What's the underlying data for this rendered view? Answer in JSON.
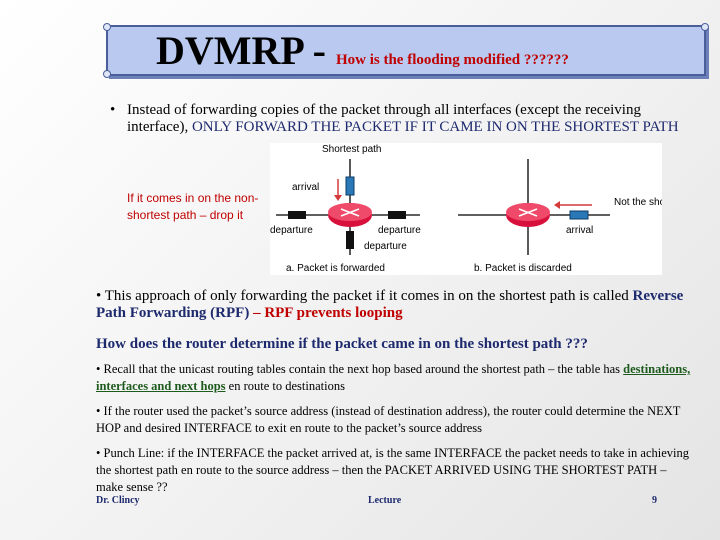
{
  "title": {
    "main": "DVMRP - ",
    "sub": "How is the flooding modified ??????"
  },
  "bullet1": {
    "marker": "•",
    "text_a": "Instead of forwarding copies of the packet through all interfaces (except the receiving interface), ",
    "text_b": "ONLY FORWARD THE PACKET IF IT CAME IN ON THE SHORTEST PATH"
  },
  "side_note": "If it comes in on the non-shortest path – drop it",
  "diagram": {
    "left": {
      "shortest_path_label": "Shortest path",
      "arrival": "arrival",
      "departure_left": "departure",
      "departure_right": "departure",
      "departure_bottom": "departure",
      "caption": "a. Packet is forwarded"
    },
    "right": {
      "not_shortest_label": "Not the shortest path",
      "arrival": "arrival",
      "caption": "b. Packet is discarded"
    },
    "colors": {
      "router": "#d8103c",
      "packet": "#2a78b8",
      "arrow_red": "#d43a3a"
    }
  },
  "bullet2": {
    "marker": "•",
    "text_a": "This approach of only forwarding the packet if it comes in on the shortest path is called ",
    "text_b": "Reverse Path Forwarding (RPF)",
    "text_c": " – RPF prevents looping"
  },
  "question": "How does the router determine if the packet came in on the shortest path ???",
  "bullet3": {
    "marker": "•",
    "text_a": "Recall that the unicast routing tables contain the next hop based around the shortest path – the table has ",
    "text_b": "destinations, interfaces and next hops",
    "text_c": " en route to destinations"
  },
  "bullet4": {
    "marker": "•",
    "text": "If the router used the packet’s source address (instead of destination address), the router could determine the NEXT HOP and desired INTERFACE to exit en route to the packet’s source address"
  },
  "bullet5": {
    "marker": "•",
    "text": "Punch Line: if the INTERFACE the packet arrived at, is the same INTERFACE the packet needs to take in achieving the shortest path en route to the source address – then the PACKET ARRIVED USING THE SHORTEST PATH – make sense ??"
  },
  "footer": {
    "author": "Dr. Clincy",
    "center": "Lecture",
    "page": "9"
  }
}
